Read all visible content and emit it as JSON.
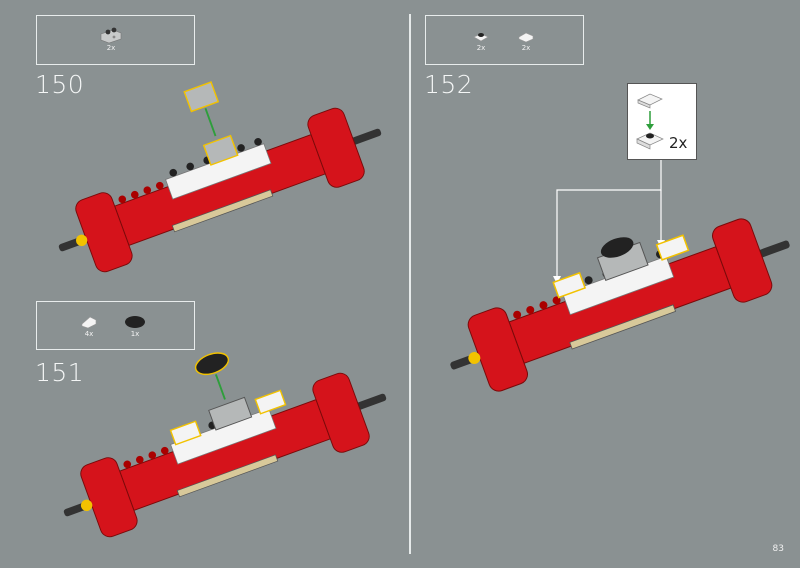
{
  "page_number": "83",
  "steps": [
    {
      "number": "150",
      "parts": [
        {
          "name": "technic-brick-1x2-light-grey",
          "qty": "2x"
        }
      ]
    },
    {
      "number": "151",
      "parts": [
        {
          "name": "slope-tile-white",
          "qty": "4x"
        },
        {
          "name": "round-tile-black",
          "qty": "1x"
        }
      ]
    },
    {
      "number": "152",
      "parts": [
        {
          "name": "plate-1x1-with-stud-white",
          "qty": "2x"
        },
        {
          "name": "tile-curved-white",
          "qty": "2x"
        }
      ],
      "callout": {
        "qty": "2x"
      }
    }
  ],
  "colors": {
    "background": "#8a9192",
    "brick_red": "#d5131b",
    "white": "#f4f4f4",
    "grey": "#b5b8b8",
    "tan": "#d8c99a",
    "arrow_green": "#2e9e3b",
    "highlight": "#f2c200"
  }
}
